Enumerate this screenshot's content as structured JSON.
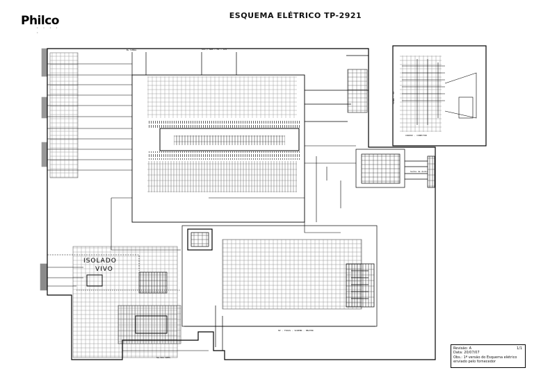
{
  "header": {
    "brand": "Philco",
    "brand_tagline": "· · · · ·",
    "title": "ESQUEMA ELÉTRICO TP-2921"
  },
  "schematic": {
    "labels": {
      "isolado": "ISOLADO",
      "vivo": "VIVO"
    }
  },
  "revision_box": {
    "revisao": "Revisão: A",
    "page": "1/1",
    "data": "Data: 20/07/07",
    "obs": "Obs.: 1ª versão do Esquema elétrico",
    "obs2": "enviado pelo fornecedor"
  }
}
